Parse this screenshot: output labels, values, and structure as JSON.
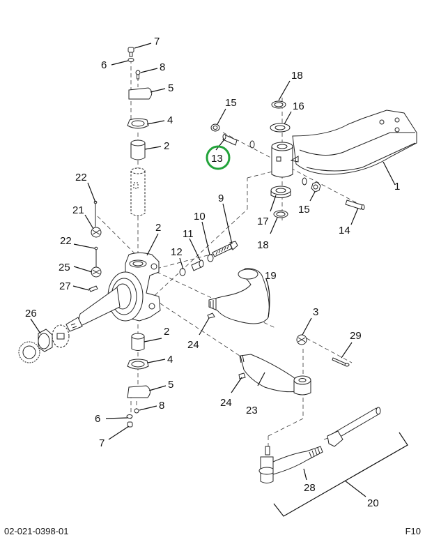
{
  "diagram": {
    "callouts": [
      {
        "id": "c7a",
        "text": "7"
      },
      {
        "id": "c6a",
        "text": "6"
      },
      {
        "id": "c8a",
        "text": "8"
      },
      {
        "id": "c5a",
        "text": "5"
      },
      {
        "id": "c4a",
        "text": "4"
      },
      {
        "id": "c2a",
        "text": "2"
      },
      {
        "id": "c18a",
        "text": "18"
      },
      {
        "id": "c15a",
        "text": "15"
      },
      {
        "id": "c16",
        "text": "16"
      },
      {
        "id": "c13",
        "text": "13"
      },
      {
        "id": "c1",
        "text": "1"
      },
      {
        "id": "c22a",
        "text": "22"
      },
      {
        "id": "c21",
        "text": "21"
      },
      {
        "id": "c9",
        "text": "9"
      },
      {
        "id": "c10",
        "text": "10"
      },
      {
        "id": "c2b",
        "text": "2"
      },
      {
        "id": "c11",
        "text": "11"
      },
      {
        "id": "c15b",
        "text": "15"
      },
      {
        "id": "c14",
        "text": "14"
      },
      {
        "id": "c17",
        "text": "17"
      },
      {
        "id": "c22b",
        "text": "22"
      },
      {
        "id": "c12",
        "text": "12"
      },
      {
        "id": "c18b",
        "text": "18"
      },
      {
        "id": "c25",
        "text": "25"
      },
      {
        "id": "c19",
        "text": "19"
      },
      {
        "id": "c27",
        "text": "27"
      },
      {
        "id": "c26",
        "text": "26"
      },
      {
        "id": "c2c",
        "text": "2"
      },
      {
        "id": "c3",
        "text": "3"
      },
      {
        "id": "c24a",
        "text": "24"
      },
      {
        "id": "c29",
        "text": "29"
      },
      {
        "id": "c4b",
        "text": "4"
      },
      {
        "id": "c5b",
        "text": "5"
      },
      {
        "id": "c24b",
        "text": "24"
      },
      {
        "id": "c23",
        "text": "23"
      },
      {
        "id": "c8b",
        "text": "8"
      },
      {
        "id": "c6b",
        "text": "6"
      },
      {
        "id": "c7b",
        "text": "7"
      },
      {
        "id": "c28",
        "text": "28"
      },
      {
        "id": "c20",
        "text": "20"
      }
    ],
    "highlighted_callout": "13",
    "highlight_color": "#22a33a"
  },
  "footer": {
    "doc_number": "02-021-0398-01",
    "page_code": "F10"
  }
}
